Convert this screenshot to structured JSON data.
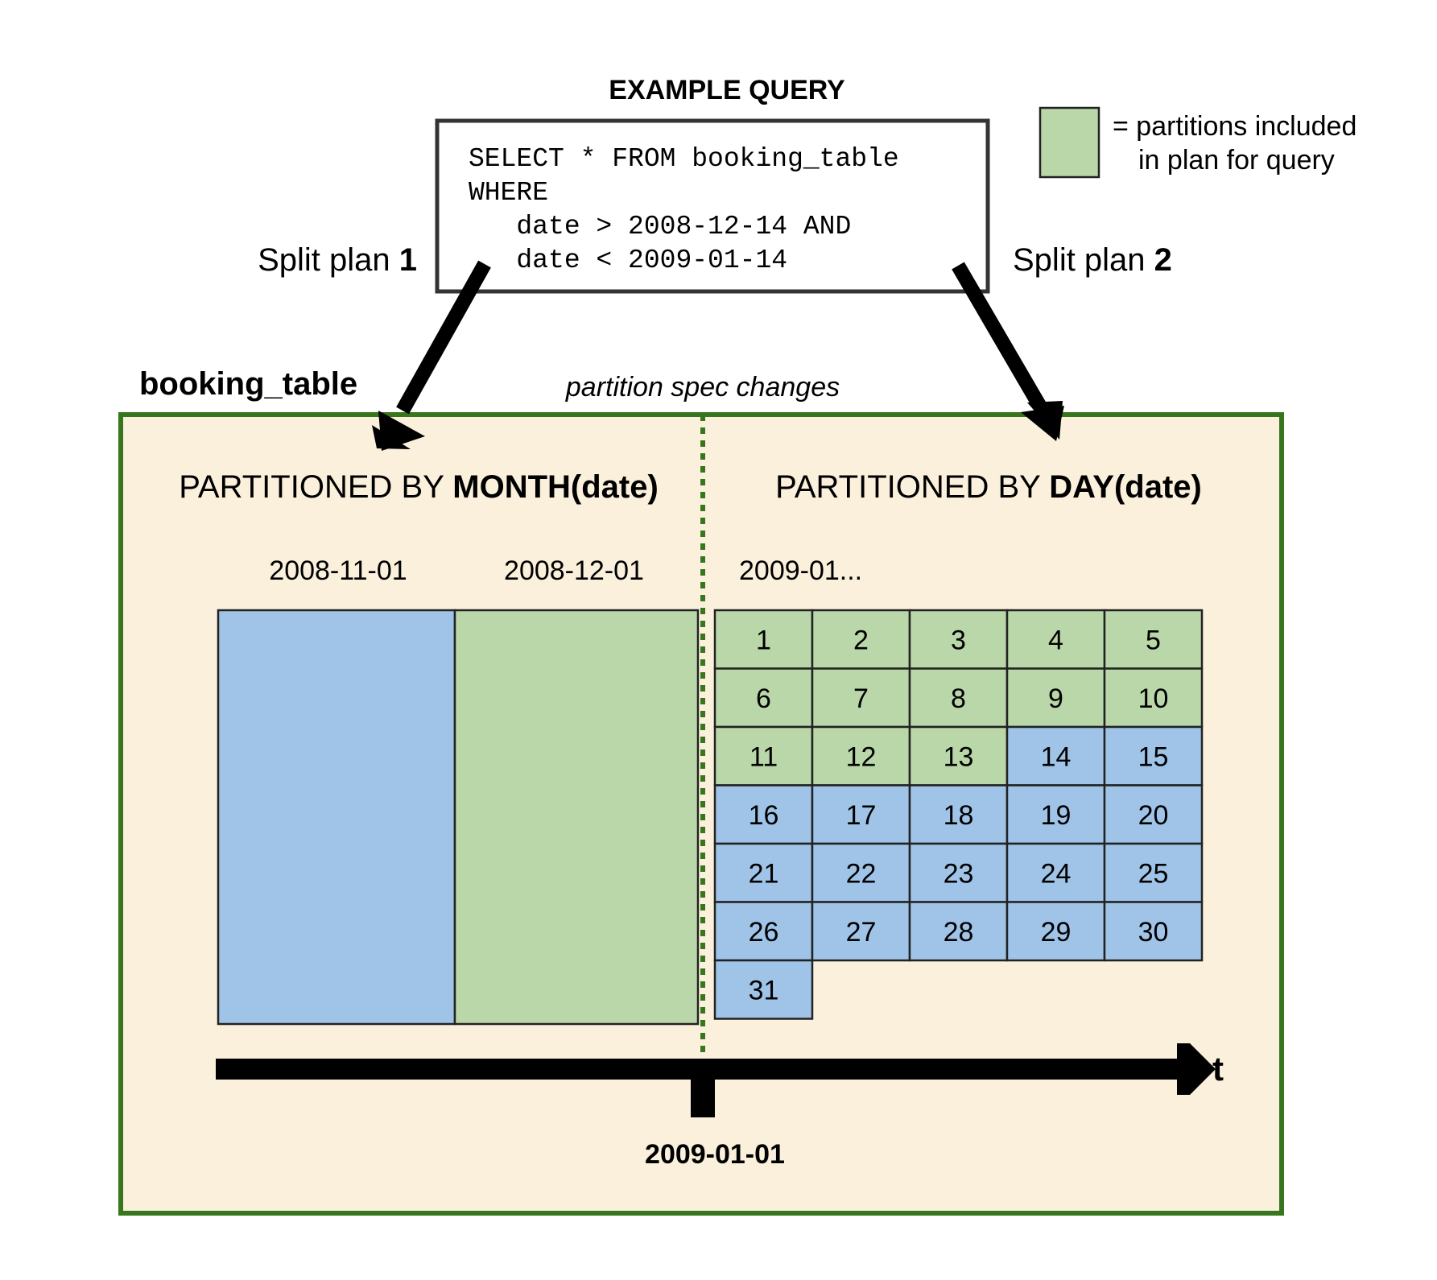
{
  "query": {
    "heading": "EXAMPLE QUERY",
    "lines": [
      "SELECT * FROM booking_table",
      "WHERE",
      "   date > 2008-12-14 AND",
      "   date < 2009-01-14"
    ]
  },
  "legend": {
    "color": "#b9d7a8",
    "line1": "= partitions included",
    "line2": "in plan for query"
  },
  "plans": [
    {
      "prefix": "Split plan ",
      "number": "1"
    },
    {
      "prefix": "Split plan ",
      "number": "2"
    }
  ],
  "table": {
    "name": "booking_table",
    "spec_change_label": "partition spec changes",
    "border_color": "#38761d",
    "background": "#faf0dc"
  },
  "month_section": {
    "title_prefix": "PARTITIONED BY ",
    "title_bold": "MONTH(date)",
    "partitions": [
      {
        "label": "2008-11-01",
        "included": false
      },
      {
        "label": "2008-12-01",
        "included": true
      }
    ]
  },
  "day_section": {
    "title_prefix": "PARTITIONED BY ",
    "title_bold": "DAY(date)",
    "header": "2009-01...",
    "days": [
      {
        "d": "1",
        "included": true
      },
      {
        "d": "2",
        "included": true
      },
      {
        "d": "3",
        "included": true
      },
      {
        "d": "4",
        "included": true
      },
      {
        "d": "5",
        "included": true
      },
      {
        "d": "6",
        "included": true
      },
      {
        "d": "7",
        "included": true
      },
      {
        "d": "8",
        "included": true
      },
      {
        "d": "9",
        "included": true
      },
      {
        "d": "10",
        "included": true
      },
      {
        "d": "11",
        "included": true
      },
      {
        "d": "12",
        "included": true
      },
      {
        "d": "13",
        "included": true
      },
      {
        "d": "14",
        "included": false
      },
      {
        "d": "15",
        "included": false
      },
      {
        "d": "16",
        "included": false
      },
      {
        "d": "17",
        "included": false
      },
      {
        "d": "18",
        "included": false
      },
      {
        "d": "19",
        "included": false
      },
      {
        "d": "20",
        "included": false
      },
      {
        "d": "21",
        "included": false
      },
      {
        "d": "22",
        "included": false
      },
      {
        "d": "23",
        "included": false
      },
      {
        "d": "24",
        "included": false
      },
      {
        "d": "25",
        "included": false
      },
      {
        "d": "26",
        "included": false
      },
      {
        "d": "27",
        "included": false
      },
      {
        "d": "28",
        "included": false
      },
      {
        "d": "29",
        "included": false
      },
      {
        "d": "30",
        "included": false
      },
      {
        "d": "31",
        "included": false
      }
    ]
  },
  "timeline": {
    "axis_label": "t",
    "marker_label": "2009-01-01"
  },
  "colors": {
    "included": "#b9d7a8",
    "excluded": "#9fc4e8"
  }
}
